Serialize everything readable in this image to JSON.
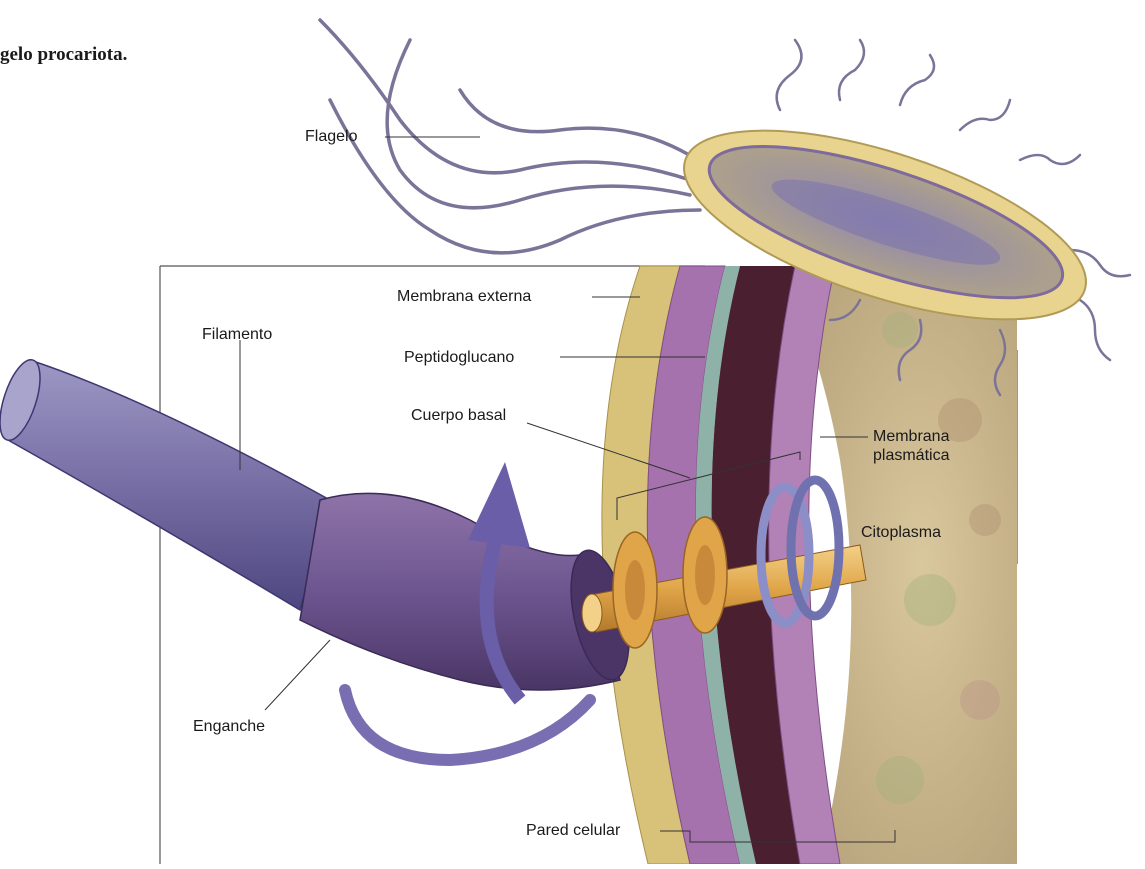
{
  "caption": "gelo procariota.",
  "labels": {
    "flagelo": "Flagelo",
    "membrana_externa": "Membrana externa",
    "filamento": "Filamento",
    "peptidoglucano": "Peptidoglucano",
    "cuerpo_basal": "Cuerpo basal",
    "membrana_plasmatica_line1": "Membrana",
    "membrana_plasmatica_line2": "plasmática",
    "citoplasma": "Citoplasma",
    "enganche": "Enganche",
    "pared_celular": "Pared celular"
  },
  "colors": {
    "outer_membrane": "#d8c27a",
    "membrane_purple": "#a672ad",
    "peptidoglycan": "#8fb2a8",
    "periplasm_dark": "#4a1f2f",
    "filament": "#7b72a8",
    "hook": "#6d5690",
    "basal_body": "#e0a548",
    "rings_blue": "#8c8ec8",
    "cytoplasm": "#c9b58a",
    "rotation_arrow": "#6a5ea8"
  }
}
